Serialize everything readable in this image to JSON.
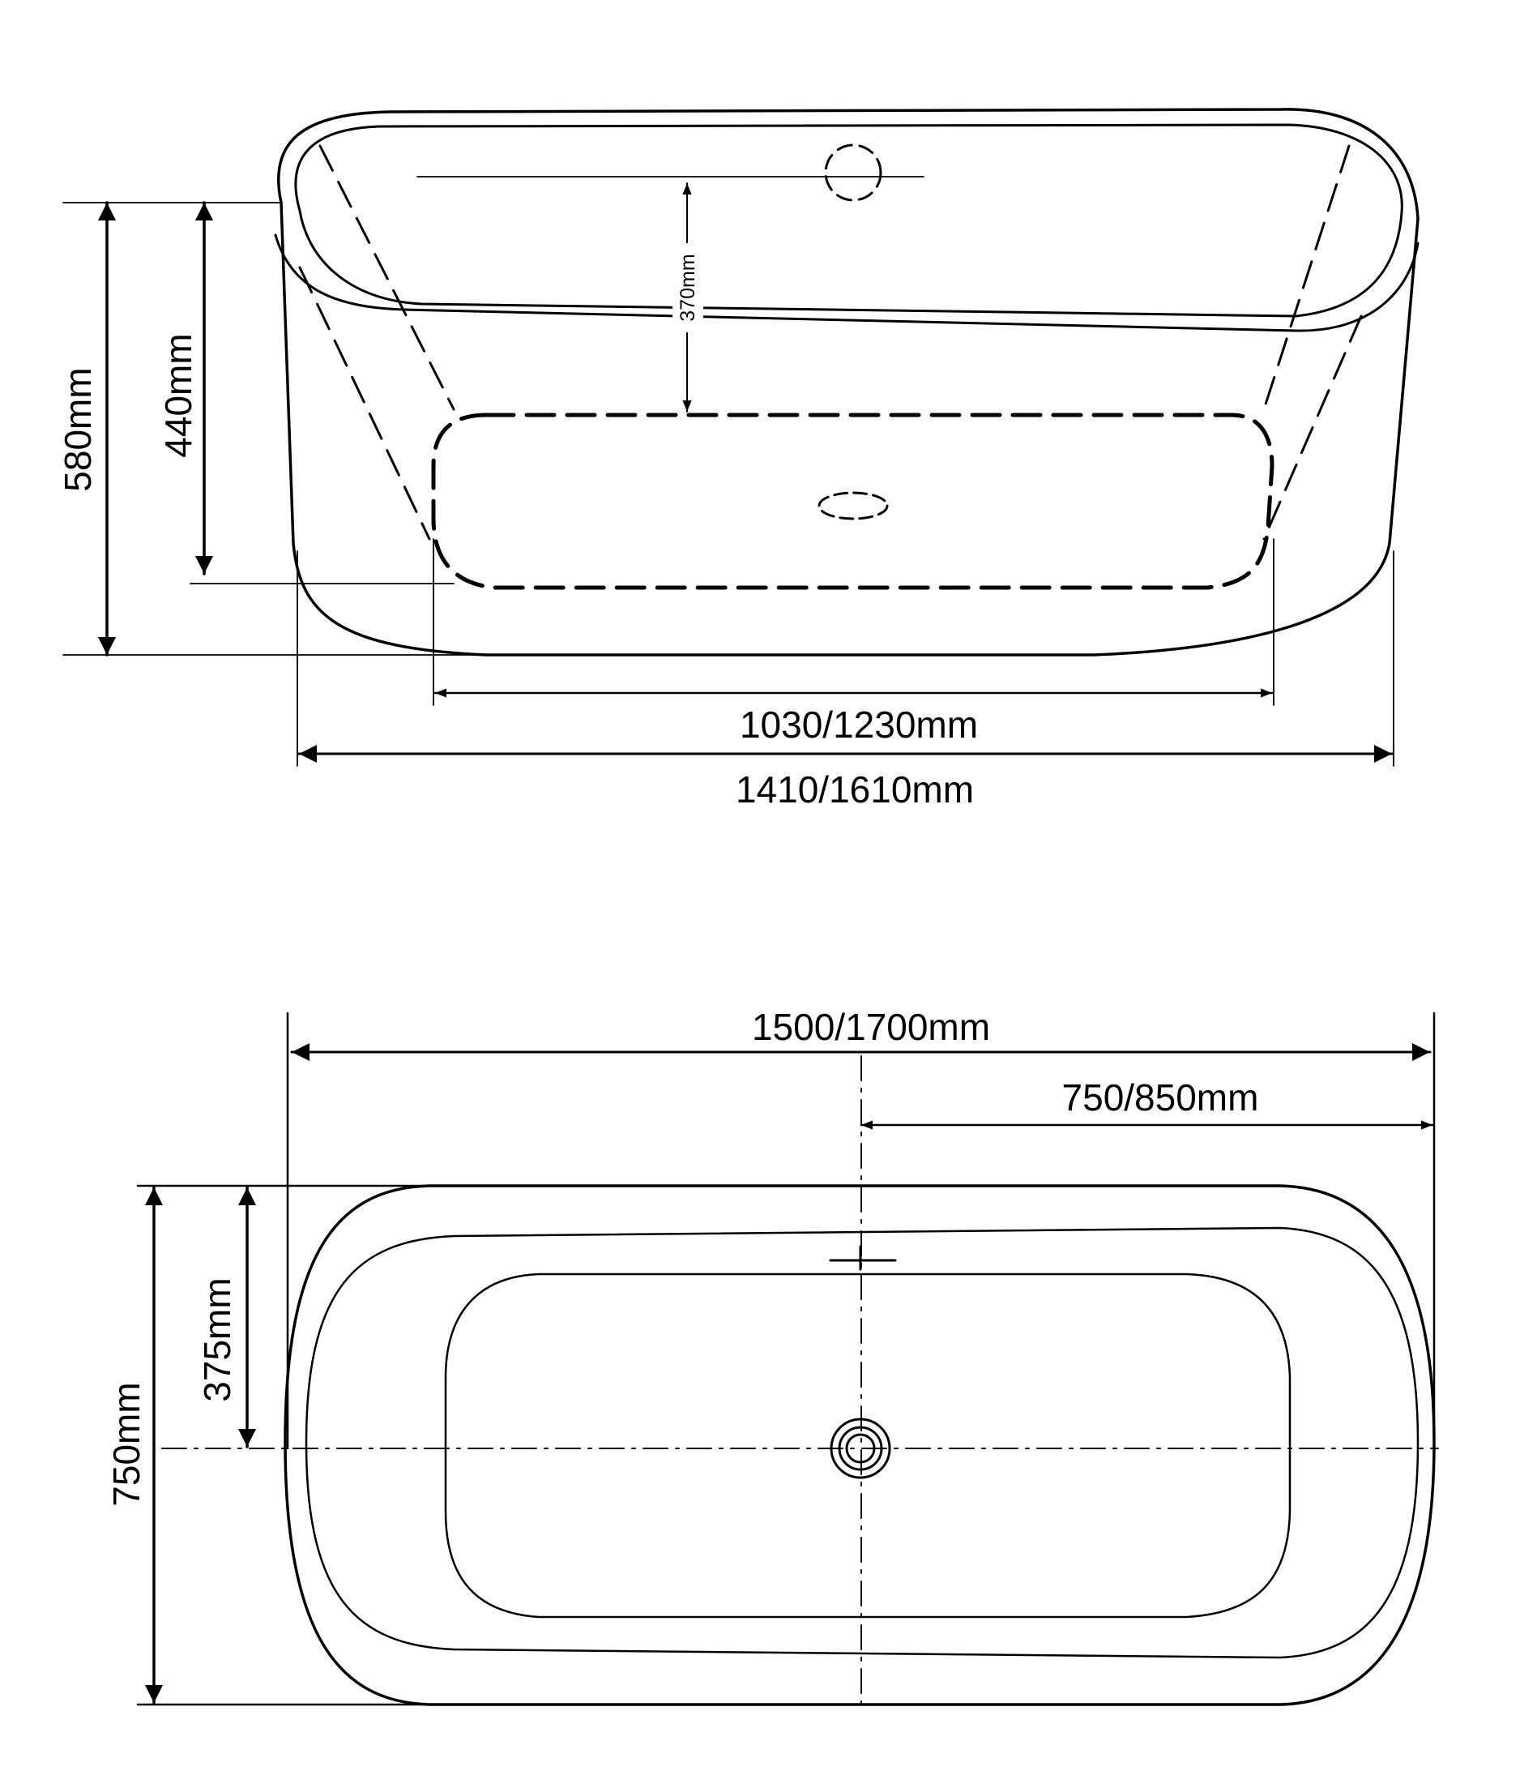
{
  "side_view": {
    "height_total": "580mm",
    "inner_depth": "440mm",
    "overflow_height": "370mm",
    "base_length": "1030/1230mm",
    "bottom_length": "1410/1610mm"
  },
  "top_view": {
    "overall_length": "1500/1700mm",
    "half_length": "750/850mm",
    "half_width": "375mm",
    "overall_width": "750mm"
  },
  "colors": {
    "line": "#000000",
    "background": "#ffffff"
  }
}
